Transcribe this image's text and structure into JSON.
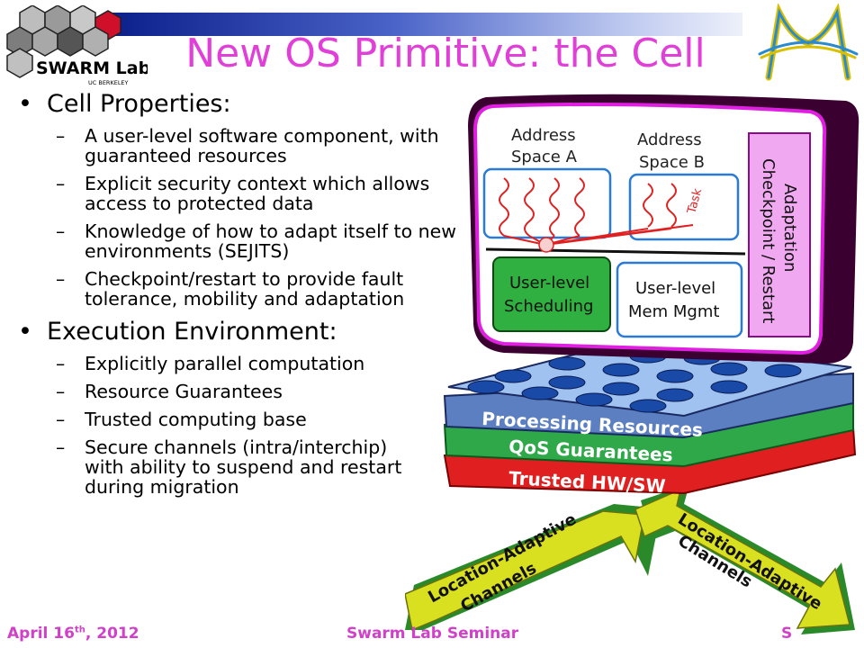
{
  "slide": {
    "title": "New OS Primitive: the Cell",
    "logo_left_text": "SWARM Lab",
    "logo_left_subtext": "UC BERKELEY",
    "bullets": [
      {
        "heading": "Cell Properties:",
        "items": [
          "A user-level software component, with guaranteed resources",
          "Explicit security context which allows access to protected data",
          "Knowledge of how to adapt itself to new environments (SEJITS)",
          "Checkpoint/restart to provide fault tolerance, mobility and adaptation"
        ]
      },
      {
        "heading": "Execution Environment:",
        "items": [
          "Explicitly parallel computation",
          "Resource Guarantees",
          "Trusted computing base",
          "Secure channels (intra/interchip) with ability to suspend and restart during migration"
        ]
      }
    ],
    "diagram": {
      "address_space_a": [
        "Address",
        "Space A"
      ],
      "address_space_b": [
        "Address",
        "Space B"
      ],
      "task_label": "Task",
      "scheduling": [
        "User-level",
        "Scheduling"
      ],
      "mem_mgmt": [
        "User-level",
        "Mem Mgmt"
      ],
      "adaptation": [
        "Adaptation",
        "Checkpoint / Restart"
      ],
      "processing": "Processing Resources",
      "qos": "QoS Guarantees",
      "trusted": "Trusted HW/SW",
      "channel_left": [
        "Location-Adaptive",
        "Channels"
      ],
      "channel_right": [
        "Location-Adaptive",
        "Channels"
      ]
    },
    "footer": {
      "date_prefix": "April 16",
      "date_sup": "th",
      "date_suffix": ", 2012",
      "center": "Swarm Lab Seminar",
      "right": "S"
    }
  },
  "colors": {
    "title": "#e040d8",
    "footer": "#d040c8",
    "cell_border": "#e020e0",
    "processing": "#5b7fc0",
    "qos": "#2fa84a",
    "trusted": "#e02020",
    "arrow": "#d8e020"
  }
}
